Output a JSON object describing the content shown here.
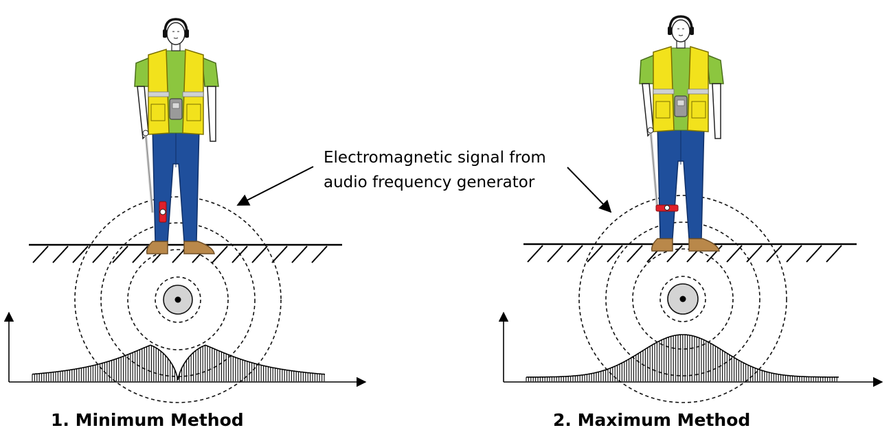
{
  "annotation": {
    "line1": "Electromagnetic signal from",
    "line2": "audio frequency generator"
  },
  "panels": [
    {
      "caption": "1. Minimum Method",
      "profile": "minimum",
      "receiver_orientation": "vertical"
    },
    {
      "caption": "2. Maximum Method",
      "profile": "maximum",
      "receiver_orientation": "horizontal"
    }
  ],
  "colors": {
    "vest": "#f2e21c",
    "shirt": "#8cc63f",
    "jeans": "#1f4f9c",
    "boots": "#b9884a",
    "receiver_coil": "#e0202a",
    "cable": "#d4d4d4"
  }
}
